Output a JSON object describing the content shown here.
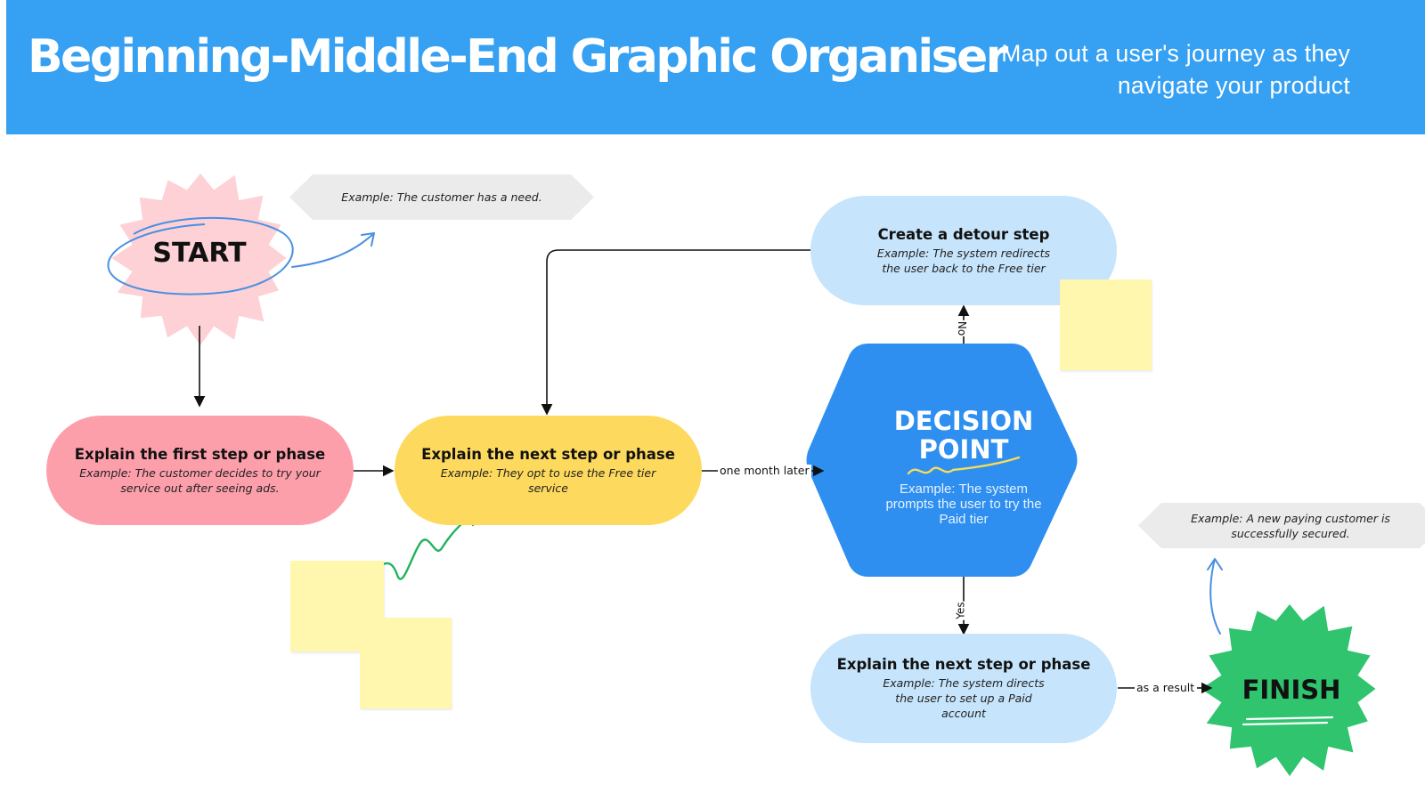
{
  "header": {
    "title": "Beginning-Middle-End Graphic Organiser",
    "subtitle": "Map out a user's journey as they navigate your product"
  },
  "start": {
    "label": "START",
    "callout": "Example: The customer has a need.",
    "color": "#fdd1d6"
  },
  "step1": {
    "title": "Explain the first step or phase",
    "example": "Example: The customer decides to try your service out after seeing ads.",
    "color": "#fd9fab"
  },
  "step2": {
    "title": "Explain the next step or phase",
    "example": "Example: They opt to use the Free tier service",
    "color": "#fdd95e"
  },
  "edge_step2_decision": {
    "label": "one month later"
  },
  "decision": {
    "title_line1": "DECISION",
    "title_line2": "POINT",
    "example": "Example: The system prompts the user to try the Paid tier",
    "color": "#2e8ff0"
  },
  "detour": {
    "title": "Create a detour step",
    "example": "Example: The system redirects the user back to the Free tier",
    "color": "#c6e4fb"
  },
  "edge_no": {
    "label": "No"
  },
  "edge_yes": {
    "label": "Yes"
  },
  "step3": {
    "title": "Explain the next step or phase",
    "example": "Example: The system directs the user to set up a Paid account",
    "color": "#c6e4fb"
  },
  "edge_result": {
    "label": "as a result"
  },
  "finish": {
    "label": "FINISH",
    "callout": "Example: A new paying customer is successfully secured.",
    "color": "#2fc46d"
  },
  "colors": {
    "header": "#36a0f2",
    "sticky_note": "#fff7ad",
    "scribble_blue": "#4a90e2",
    "scribble_green": "#22b35e",
    "underline_yellow": "#f7dc5a"
  }
}
